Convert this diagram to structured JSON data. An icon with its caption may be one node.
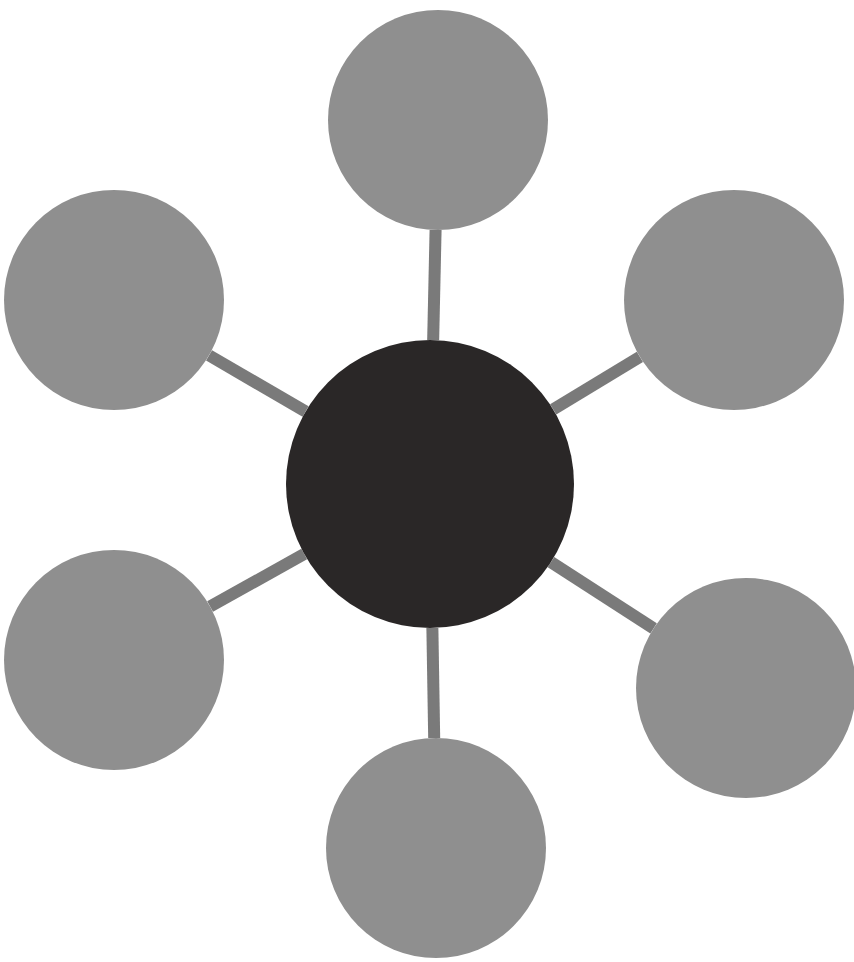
{
  "diagram": {
    "nodes": [
      {
        "text": [],
        "shape": "circle"
      },
      {
        "text": [],
        "shape": "circle"
      },
      {
        "text": [],
        "shape": "circle"
      },
      {
        "text": [],
        "shape": "circle"
      },
      {
        "text": [],
        "shape": "circle"
      },
      {
        "text": [],
        "shape": "circle"
      },
      {
        "text": [],
        "shape": "circle"
      }
    ],
    "edges": [
      {
        "from": 3,
        "to": 0,
        "arrow": "none"
      },
      {
        "from": 3,
        "to": 1,
        "arrow": "none"
      },
      {
        "from": 3,
        "to": 2,
        "arrow": "none"
      },
      {
        "from": 3,
        "to": 4,
        "arrow": "none"
      },
      {
        "from": 3,
        "to": 5,
        "arrow": "none"
      },
      {
        "from": 3,
        "to": 6,
        "arrow": "none"
      }
    ]
  }
}
